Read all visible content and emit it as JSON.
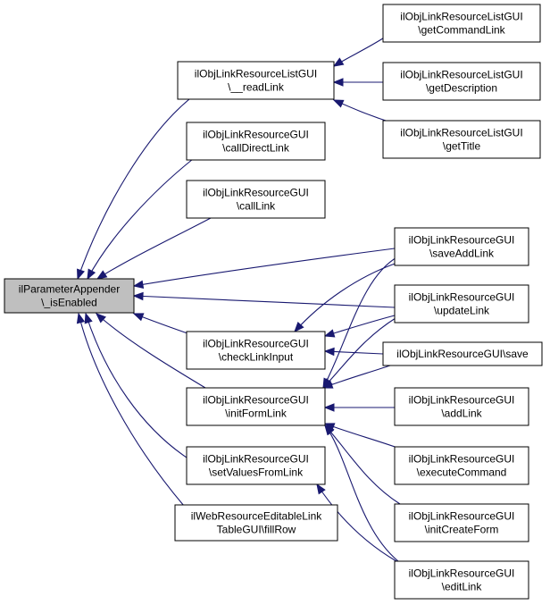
{
  "graph": {
    "nodes": [
      {
        "id": "root",
        "lines": [
          "ilParameterAppender",
          "\\_isEnabled"
        ],
        "root": true
      },
      {
        "id": "readLink",
        "lines": [
          "ilObjLinkResourceListGUI",
          "\\__readLink"
        ]
      },
      {
        "id": "callDirectLink",
        "lines": [
          "ilObjLinkResourceGUI",
          "\\callDirectLink"
        ]
      },
      {
        "id": "callLink",
        "lines": [
          "ilObjLinkResourceGUI",
          "\\callLink"
        ]
      },
      {
        "id": "checkLinkInput",
        "lines": [
          "ilObjLinkResourceGUI",
          "\\checkLinkInput"
        ]
      },
      {
        "id": "initFormLink",
        "lines": [
          "ilObjLinkResourceGUI",
          "\\initFormLink"
        ]
      },
      {
        "id": "setValuesFromLink",
        "lines": [
          "ilObjLinkResourceGUI",
          "\\setValuesFromLink"
        ]
      },
      {
        "id": "fillRow",
        "lines": [
          "ilWebResourceEditableLink",
          "TableGUI\\fillRow"
        ]
      },
      {
        "id": "getCommandLink",
        "lines": [
          "ilObjLinkResourceListGUI",
          "\\getCommandLink"
        ]
      },
      {
        "id": "getDescription",
        "lines": [
          "ilObjLinkResourceListGUI",
          "\\getDescription"
        ]
      },
      {
        "id": "getTitle",
        "lines": [
          "ilObjLinkResourceListGUI",
          "\\getTitle"
        ]
      },
      {
        "id": "saveAddLink",
        "lines": [
          "ilObjLinkResourceGUI",
          "\\saveAddLink"
        ]
      },
      {
        "id": "updateLink",
        "lines": [
          "ilObjLinkResourceGUI",
          "\\updateLink"
        ]
      },
      {
        "id": "save",
        "lines": [
          "ilObjLinkResourceGUI\\save"
        ]
      },
      {
        "id": "addLink",
        "lines": [
          "ilObjLinkResourceGUI",
          "\\addLink"
        ]
      },
      {
        "id": "executeCommand",
        "lines": [
          "ilObjLinkResourceGUI",
          "\\executeCommand"
        ]
      },
      {
        "id": "initCreateForm",
        "lines": [
          "ilObjLinkResourceGUI",
          "\\initCreateForm"
        ]
      },
      {
        "id": "editLink",
        "lines": [
          "ilObjLinkResourceGUI",
          "\\editLink"
        ]
      }
    ],
    "edges": [
      {
        "from": "readLink",
        "to": "root"
      },
      {
        "from": "callDirectLink",
        "to": "root"
      },
      {
        "from": "callLink",
        "to": "root"
      },
      {
        "from": "saveAddLink",
        "to": "root"
      },
      {
        "from": "updateLink",
        "to": "root"
      },
      {
        "from": "checkLinkInput",
        "to": "root"
      },
      {
        "from": "initFormLink",
        "to": "root"
      },
      {
        "from": "setValuesFromLink",
        "to": "root"
      },
      {
        "from": "fillRow",
        "to": "root"
      },
      {
        "from": "getCommandLink",
        "to": "readLink"
      },
      {
        "from": "getDescription",
        "to": "readLink"
      },
      {
        "from": "getTitle",
        "to": "readLink"
      },
      {
        "from": "saveAddLink",
        "to": "checkLinkInput"
      },
      {
        "from": "updateLink",
        "to": "checkLinkInput"
      },
      {
        "from": "save",
        "to": "checkLinkInput"
      },
      {
        "from": "saveAddLink",
        "to": "initFormLink"
      },
      {
        "from": "updateLink",
        "to": "initFormLink"
      },
      {
        "from": "save",
        "to": "initFormLink"
      },
      {
        "from": "addLink",
        "to": "initFormLink"
      },
      {
        "from": "executeCommand",
        "to": "initFormLink"
      },
      {
        "from": "initCreateForm",
        "to": "initFormLink"
      },
      {
        "from": "editLink",
        "to": "initFormLink"
      },
      {
        "from": "editLink",
        "to": "setValuesFromLink"
      }
    ]
  }
}
